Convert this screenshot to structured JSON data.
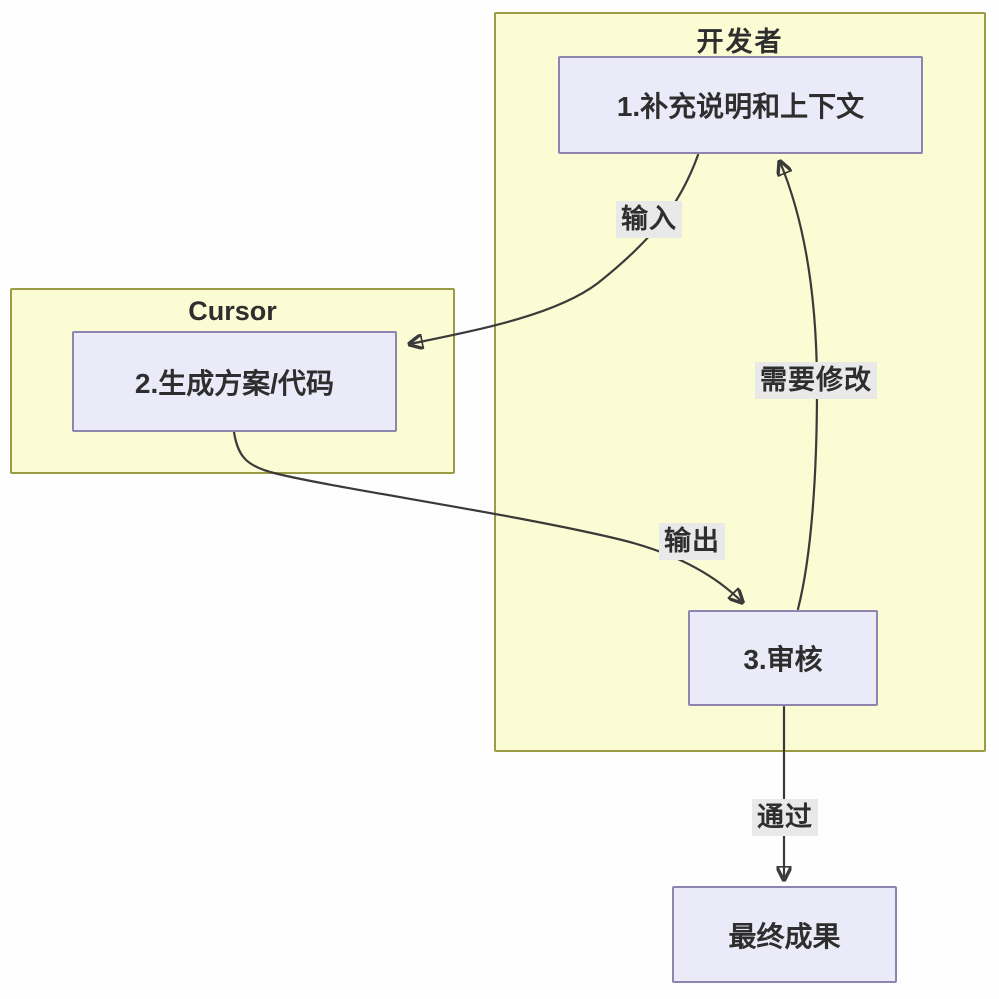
{
  "containers": {
    "developer": {
      "title": "开发者"
    },
    "cursor": {
      "title": "Cursor"
    }
  },
  "nodes": {
    "step1": {
      "label": "1.补充说明和上下文"
    },
    "step2": {
      "label": "2.生成方案/代码"
    },
    "step3": {
      "label": "3.审核"
    },
    "final": {
      "label": "最终成果"
    }
  },
  "edges": {
    "input": {
      "label": "输入"
    },
    "output": {
      "label": "输出"
    },
    "revise": {
      "label": "需要修改"
    },
    "pass": {
      "label": "通过"
    }
  },
  "colors": {
    "container-fill": "#fbfbd4",
    "container-border": "#9b9b45",
    "node-fill": "#eaeaf8",
    "node-border": "#8d84b0",
    "arrow": "#3a3a3a",
    "label-bg": "#e9e9e9",
    "text": "#2e2e2e"
  }
}
